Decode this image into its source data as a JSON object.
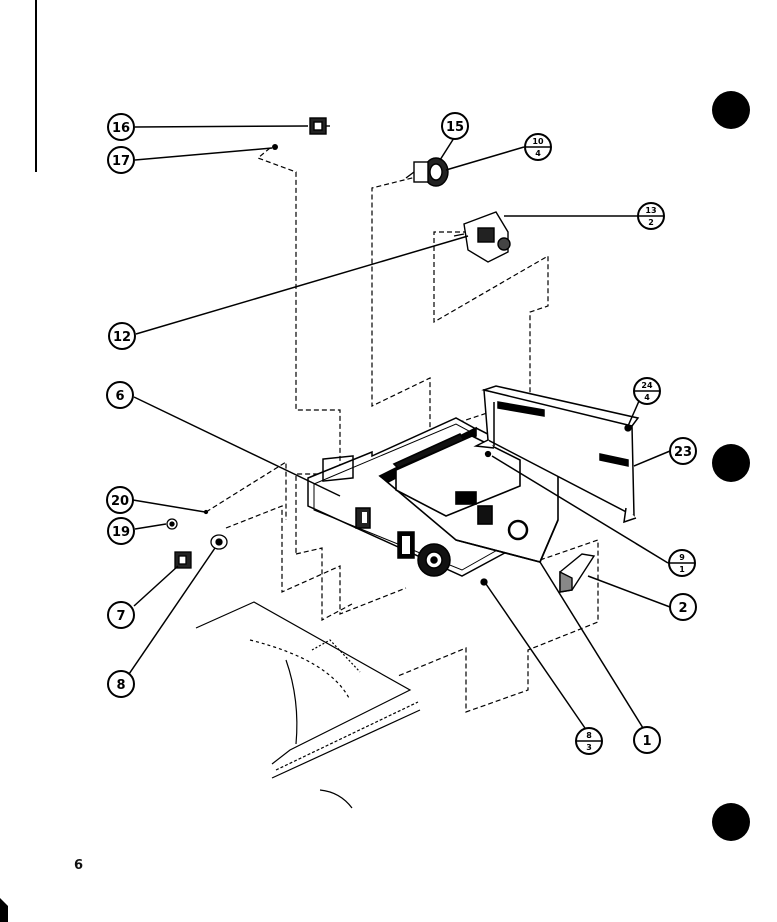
{
  "page_number": "6",
  "callouts": {
    "c16": "16",
    "c17": "17",
    "c15": "15",
    "c12": "12",
    "c6": "6",
    "c20": "20",
    "c19": "19",
    "c7": "7",
    "c8": "8",
    "c23": "23",
    "c2": "2",
    "c1": "1"
  },
  "fraction_callouts": {
    "f_top": {
      "num": "10",
      "den": "4"
    },
    "f_timer": {
      "num": "13",
      "den": "2"
    },
    "f_2424": {
      "num": "24",
      "den": "4"
    },
    "f_right": {
      "num": "9",
      "den": "1"
    },
    "f_bottom": {
      "num": "8",
      "den": "3"
    }
  },
  "colors": {
    "ink": "#000000",
    "paper": "#ffffff"
  }
}
